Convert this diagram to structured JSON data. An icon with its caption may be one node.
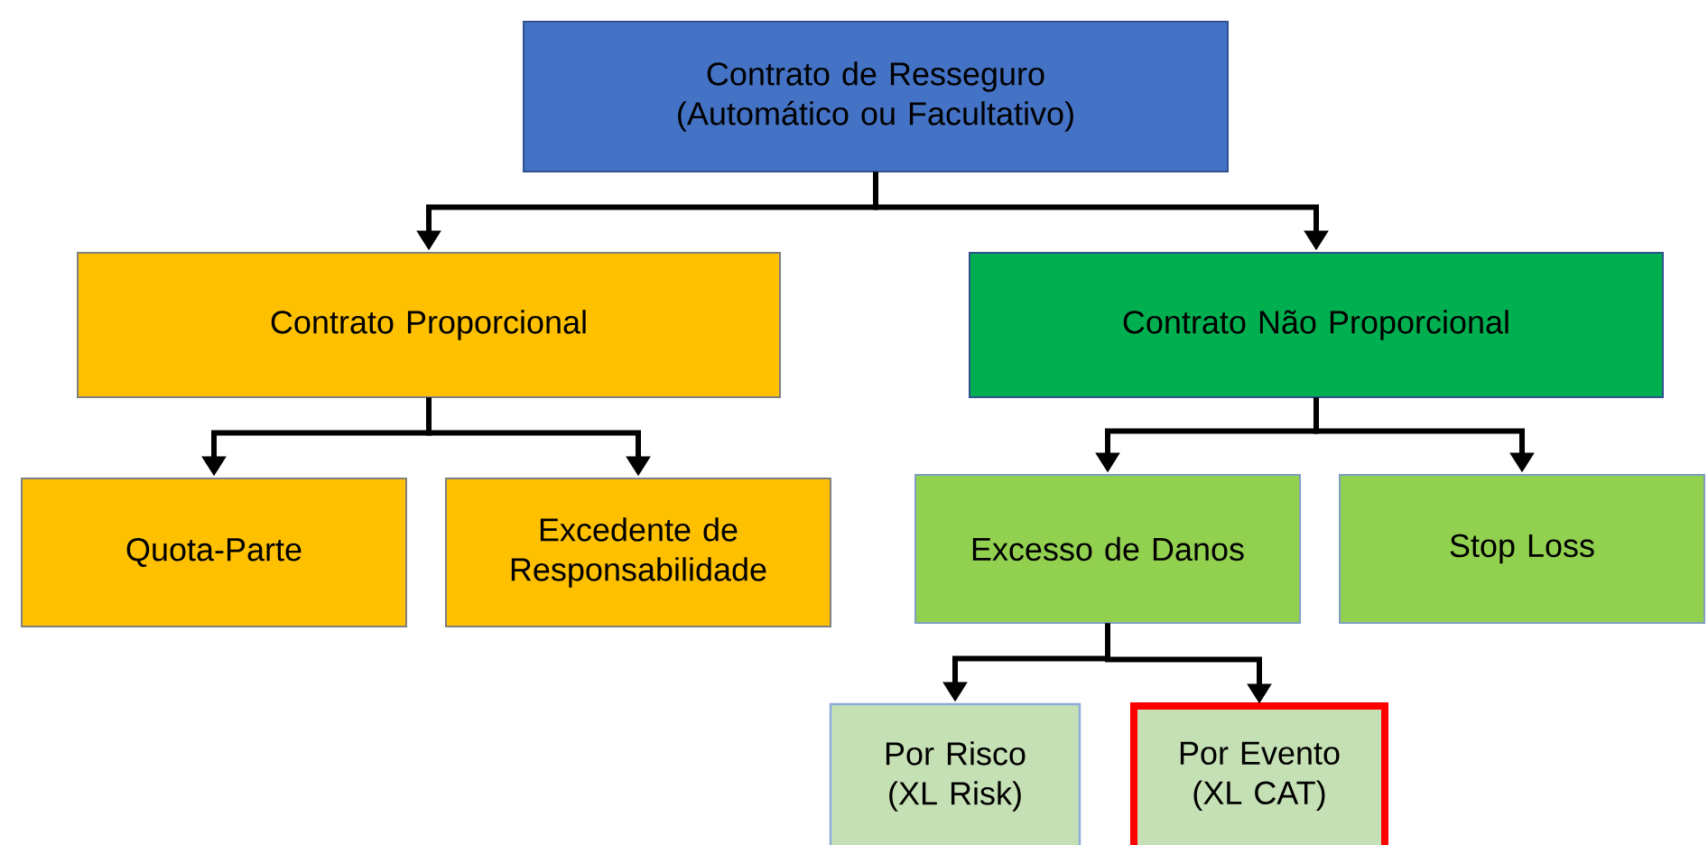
{
  "diagram": {
    "nodes": [
      {
        "text": [
          "Contrato de Resseguro (Automático ou Facultativo)"
        ]
      },
      {
        "text": [
          "Contrato Proporcional"
        ]
      },
      {
        "text": [
          "Contrato Não Proporcional"
        ]
      },
      {
        "text": [
          "Quota-Parte"
        ]
      },
      {
        "text": [
          "Excedente de Responsabilidade"
        ]
      },
      {
        "text": [
          "Excesso de Danos"
        ]
      },
      {
        "text": [
          "Stop Loss"
        ]
      },
      {
        "text": [
          "Por Risco (XL Risk)"
        ]
      },
      {
        "text": [
          "Por Evento (XL CAT)"
        ]
      }
    ],
    "edges": [
      {
        "from": 0,
        "to": 1,
        "arrow": "to"
      },
      {
        "from": 0,
        "to": 2,
        "arrow": "to"
      },
      {
        "from": 1,
        "to": 3,
        "arrow": "to"
      },
      {
        "from": 1,
        "to": 4,
        "arrow": "to"
      },
      {
        "from": 2,
        "to": 5,
        "arrow": "to"
      },
      {
        "from": 2,
        "to": 6,
        "arrow": "to"
      },
      {
        "from": 5,
        "to": 7,
        "arrow": "to"
      },
      {
        "from": 5,
        "to": 8,
        "arrow": "to"
      }
    ]
  }
}
